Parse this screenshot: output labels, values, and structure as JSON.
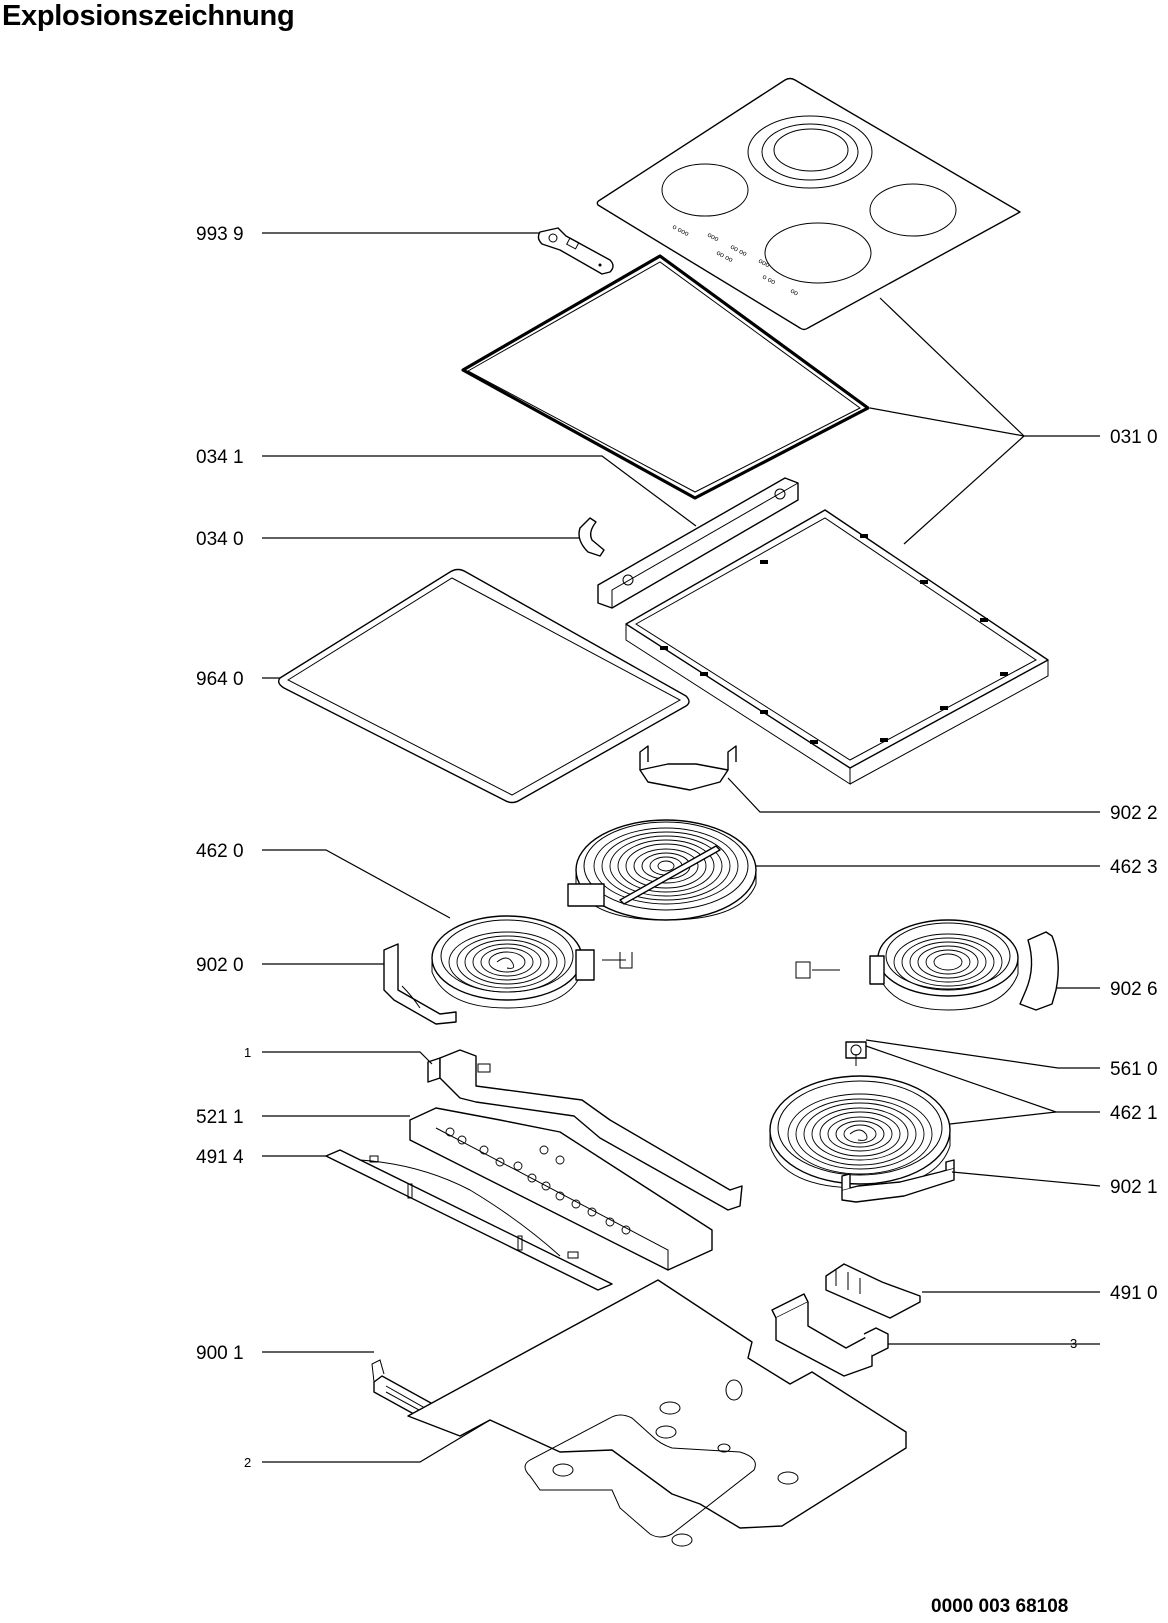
{
  "page": {
    "title": "Explosionszeichnung",
    "document_number": "0000 003 68108"
  },
  "callouts": [
    {
      "id": "993-9",
      "label": "993 9",
      "side": "left",
      "part": "control-knob-bracket"
    },
    {
      "id": "034-1",
      "label": "034 1",
      "side": "left",
      "part": "side-bracket"
    },
    {
      "id": "034-0",
      "label": "034 0",
      "side": "left",
      "part": "clip"
    },
    {
      "id": "964-0",
      "label": "964 0",
      "side": "left",
      "part": "seal-gasket"
    },
    {
      "id": "462-0",
      "label": "462 0",
      "side": "left",
      "part": "heating-element-left"
    },
    {
      "id": "902-0",
      "label": "902 0",
      "side": "left",
      "part": "holder-left"
    },
    {
      "id": "1",
      "label": "1",
      "side": "left",
      "part": "control-panel-bracket"
    },
    {
      "id": "521-1",
      "label": "521 1",
      "side": "left",
      "part": "control-board"
    },
    {
      "id": "491-4",
      "label": "491 4",
      "side": "left",
      "part": "wiring-harness"
    },
    {
      "id": "900-1",
      "label": "900 1",
      "side": "left",
      "part": "terminal-block"
    },
    {
      "id": "2",
      "label": "2",
      "side": "left",
      "part": "base-tray"
    },
    {
      "id": "031-0",
      "label": "031 0",
      "side": "right",
      "part": "glass-ceramic-top-assembly"
    },
    {
      "id": "902-2",
      "label": "902 2",
      "side": "right",
      "part": "holder-top"
    },
    {
      "id": "462-3",
      "label": "462 3",
      "side": "right",
      "part": "heating-element-dual"
    },
    {
      "id": "902-6",
      "label": "902 6",
      "side": "right",
      "part": "holder-right"
    },
    {
      "id": "561-0",
      "label": "561 0",
      "side": "right",
      "part": "temperature-limiter"
    },
    {
      "id": "462-1",
      "label": "462 1",
      "side": "right",
      "part": "heating-element-large"
    },
    {
      "id": "902-1",
      "label": "902 1",
      "side": "right",
      "part": "holder-bottom"
    },
    {
      "id": "491-0",
      "label": "491 0",
      "side": "right",
      "part": "connection-box"
    },
    {
      "id": "3",
      "label": "3",
      "side": "right",
      "part": "connection-bracket"
    }
  ]
}
